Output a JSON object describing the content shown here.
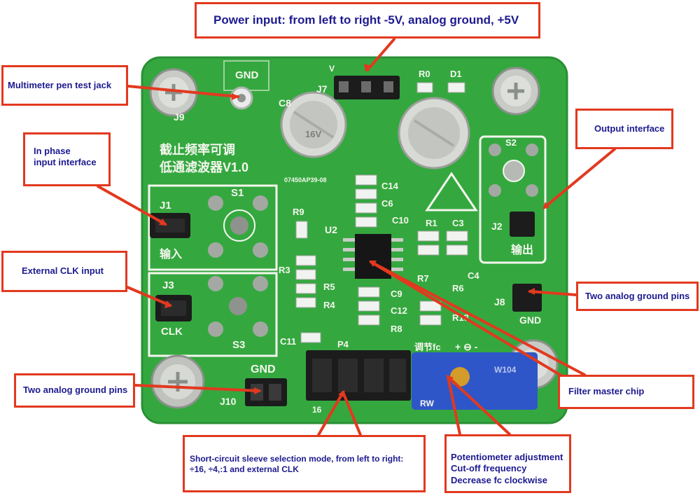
{
  "callouts": {
    "power": [
      "Power input: from left to right -5V, analog ground, +5V"
    ],
    "test_jack": [
      "Multimeter pen test jack"
    ],
    "in_phase": [
      "In phase",
      "input interface"
    ],
    "ext_clk": [
      "External CLK input"
    ],
    "gnd_left": [
      "Two analog ground pins"
    ],
    "output": [
      "Output interface"
    ],
    "gnd_right": [
      "Two analog ground pins"
    ],
    "chip": [
      "Filter master chip"
    ],
    "sleeve": [
      "Short-circuit sleeve selection mode, from left to right:",
      "÷16, ÷4,:1 and external CLK"
    ],
    "pot": [
      "Potentiometer adjustment",
      "Cut-off frequency",
      "Decrease fc clockwise"
    ]
  },
  "board": {
    "title_line1": "截止频率可调",
    "title_line2": "低通滤波器V1.0",
    "serial": "07450AP39-08",
    "gnd_top": "GND",
    "j9": "J9",
    "j7": "J7",
    "v_label": "V",
    "r0": "R0",
    "d1": "D1",
    "c8": "C8",
    "cap_rating": "16V",
    "j1": "J1",
    "s1": "S1",
    "in_label": "输入",
    "r9": "R9",
    "c14": "C14",
    "c6": "C6",
    "c10": "C10",
    "u2": "U2",
    "r1": "R1",
    "c3": "C3",
    "s2": "S2",
    "j2": "J2",
    "out_label": "输出",
    "r3": "R3",
    "r5": "R5",
    "r4": "R4",
    "j3": "J3",
    "clk": "CLK",
    "s3": "S3",
    "c9": "C9",
    "c12": "C12",
    "r8": "R8",
    "r7": "R7",
    "c4": "C4",
    "r6": "R6",
    "r13": "R13",
    "j8": "J8",
    "gnd_right": "GND",
    "c11": "C11",
    "p4": "P4",
    "adj_label": "调节fc",
    "pot_sign": "+ ⊖ -",
    "gnd_bottom": "GND",
    "j10": "J10",
    "p16": "16",
    "rw": "RW",
    "pot_text": "W104"
  },
  "colors": {
    "pcb_green": "#34a83f",
    "silk": "#f4f6ee",
    "callout_border": "#e2391f",
    "callout_text": "#1d1a8f",
    "arrow": "#e2391f",
    "header_black": "#1c1c1c",
    "pot_blue": "#2f56c8"
  }
}
